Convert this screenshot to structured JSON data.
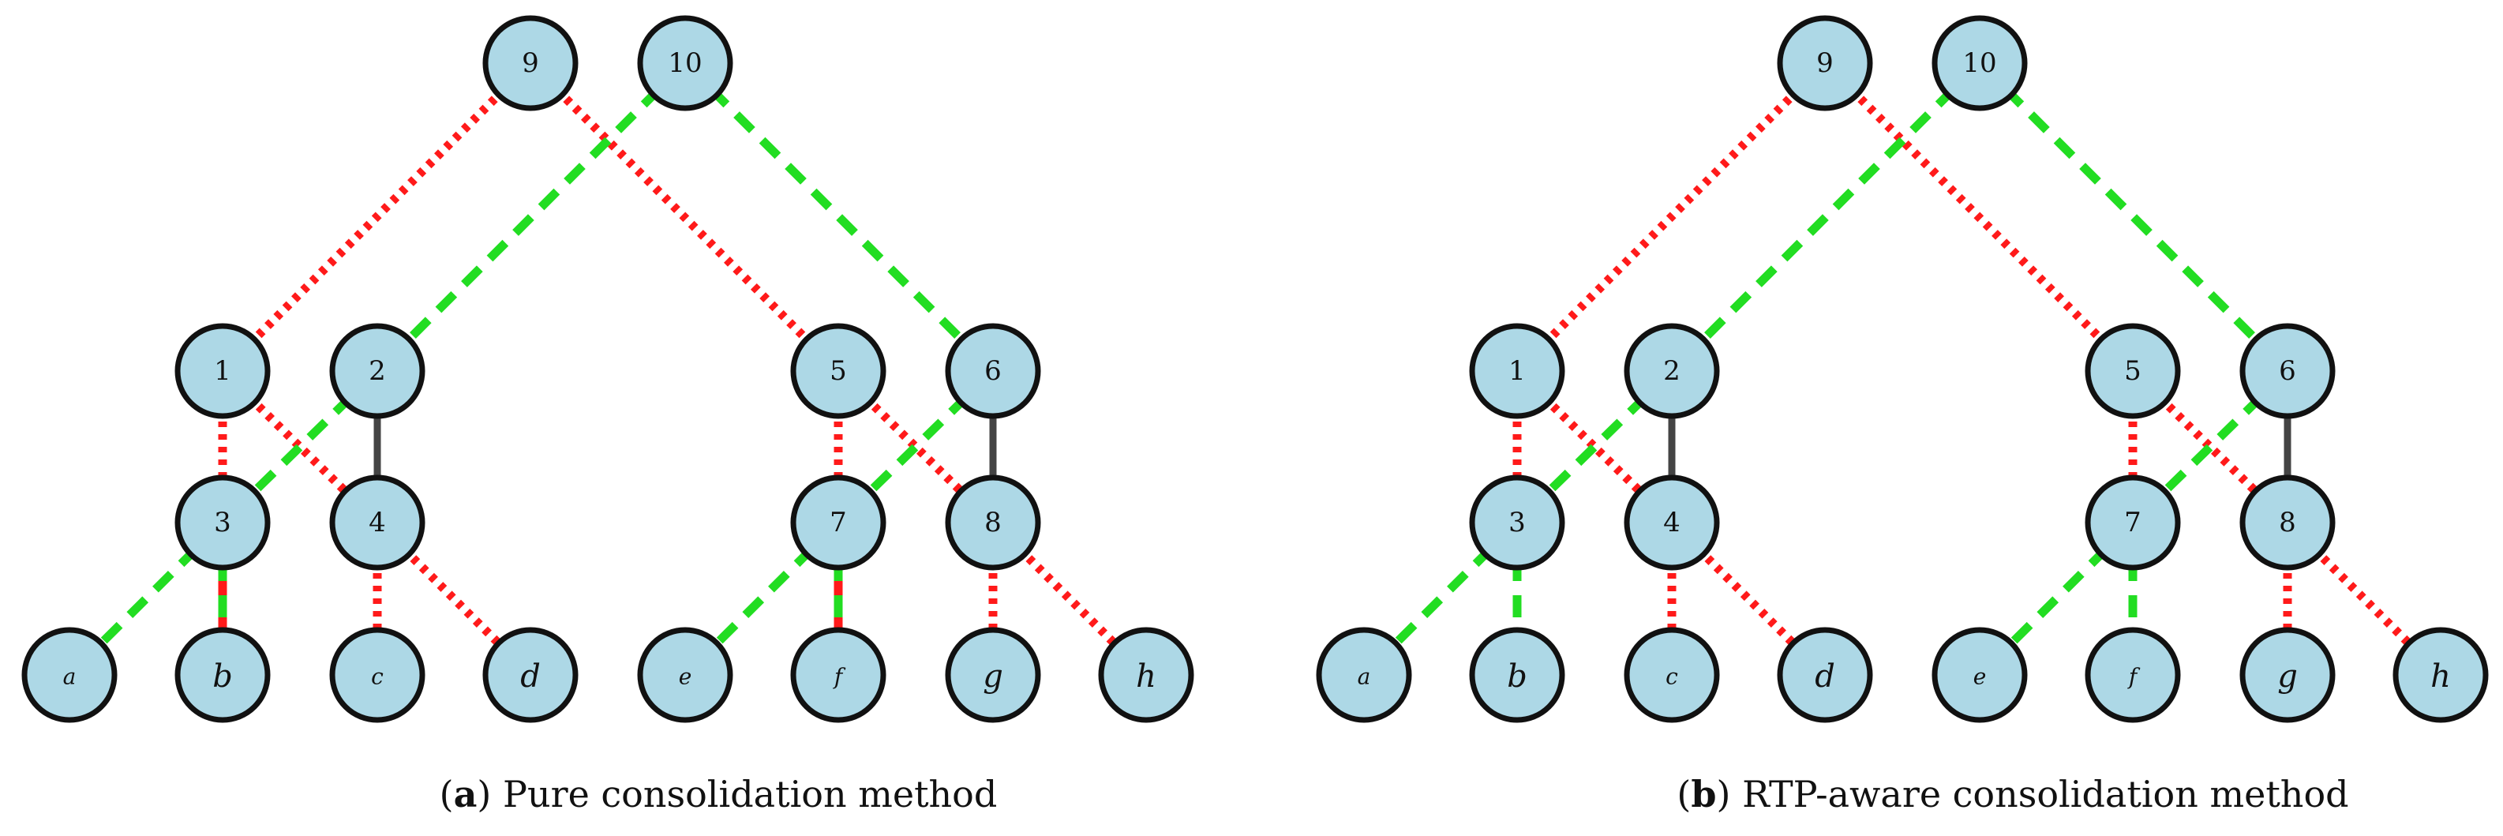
{
  "colors": {
    "node_fill": "#add8e6",
    "node_stroke": "#111111",
    "red_edge": "#ff1a1a",
    "green_edge": "#22dd22",
    "solid_edge": "#444444"
  },
  "panels": [
    {
      "id": "a",
      "caption": {
        "letter": "a",
        "text": " Pure consolidation method"
      },
      "nodes": [
        "9",
        "10",
        "1",
        "2",
        "5",
        "6",
        "3",
        "4",
        "7",
        "8",
        "a",
        "b",
        "c",
        "d",
        "e",
        "f",
        "g",
        "h"
      ],
      "edges": [
        {
          "from": "9",
          "to": "1",
          "style": "red"
        },
        {
          "from": "9",
          "to": "5",
          "style": "red"
        },
        {
          "from": "10",
          "to": "2",
          "style": "green"
        },
        {
          "from": "10",
          "to": "6",
          "style": "green"
        },
        {
          "from": "1",
          "to": "3",
          "style": "red"
        },
        {
          "from": "1",
          "to": "4",
          "style": "red"
        },
        {
          "from": "2",
          "to": "3",
          "style": "green"
        },
        {
          "from": "2",
          "to": "4",
          "style": "solid"
        },
        {
          "from": "5",
          "to": "7",
          "style": "red"
        },
        {
          "from": "5",
          "to": "8",
          "style": "red"
        },
        {
          "from": "6",
          "to": "7",
          "style": "green"
        },
        {
          "from": "6",
          "to": "8",
          "style": "solid"
        },
        {
          "from": "3",
          "to": "a",
          "style": "green"
        },
        {
          "from": "3",
          "to": "b",
          "style": "red-green"
        },
        {
          "from": "4",
          "to": "c",
          "style": "red"
        },
        {
          "from": "4",
          "to": "d",
          "style": "red"
        },
        {
          "from": "7",
          "to": "e",
          "style": "green"
        },
        {
          "from": "7",
          "to": "f",
          "style": "red-green"
        },
        {
          "from": "8",
          "to": "g",
          "style": "red"
        },
        {
          "from": "8",
          "to": "h",
          "style": "red"
        }
      ]
    },
    {
      "id": "b",
      "caption": {
        "letter": "b",
        "text": " RTP-aware consolidation method"
      },
      "nodes": [
        "9",
        "10",
        "1",
        "2",
        "5",
        "6",
        "3",
        "4",
        "7",
        "8",
        "a",
        "b",
        "c",
        "d",
        "e",
        "f",
        "g",
        "h"
      ],
      "edges": [
        {
          "from": "9",
          "to": "1",
          "style": "red"
        },
        {
          "from": "9",
          "to": "5",
          "style": "red"
        },
        {
          "from": "10",
          "to": "2",
          "style": "green"
        },
        {
          "from": "10",
          "to": "6",
          "style": "green"
        },
        {
          "from": "1",
          "to": "3",
          "style": "red"
        },
        {
          "from": "1",
          "to": "4",
          "style": "red"
        },
        {
          "from": "2",
          "to": "3",
          "style": "green"
        },
        {
          "from": "2",
          "to": "4",
          "style": "solid"
        },
        {
          "from": "5",
          "to": "7",
          "style": "red"
        },
        {
          "from": "5",
          "to": "8",
          "style": "red"
        },
        {
          "from": "6",
          "to": "7",
          "style": "green"
        },
        {
          "from": "6",
          "to": "8",
          "style": "solid"
        },
        {
          "from": "3",
          "to": "a",
          "style": "green"
        },
        {
          "from": "3",
          "to": "b",
          "style": "green"
        },
        {
          "from": "4",
          "to": "c",
          "style": "red"
        },
        {
          "from": "4",
          "to": "d",
          "style": "red"
        },
        {
          "from": "7",
          "to": "e",
          "style": "green"
        },
        {
          "from": "7",
          "to": "f",
          "style": "green"
        },
        {
          "from": "8",
          "to": "g",
          "style": "red"
        },
        {
          "from": "8",
          "to": "h",
          "style": "red"
        }
      ]
    }
  ]
}
